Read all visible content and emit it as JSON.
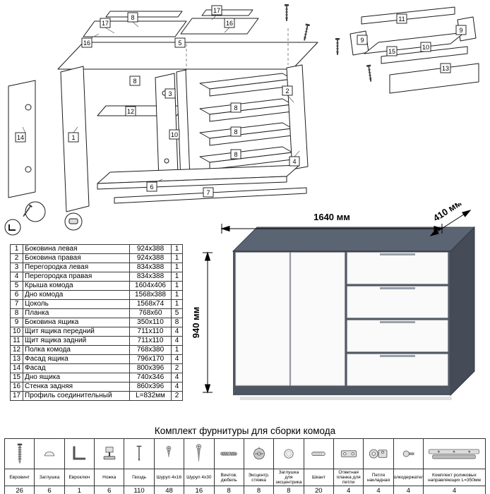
{
  "diagram": {
    "callouts": [
      "17",
      "16",
      "8",
      "5",
      "16",
      "17",
      "8",
      "3",
      "12",
      "1",
      "14",
      "2",
      "8",
      "8",
      "8",
      "4",
      "10",
      "6",
      "7",
      "11",
      "9",
      "15",
      "10",
      "13",
      "9"
    ]
  },
  "product": {
    "width_label": "1640 мм",
    "depth_label": "410 мм",
    "height_label": "940 мм",
    "body_top_color": "#5b6472",
    "body_side_color": "#454c58",
    "body_front_color": "#4e5662",
    "front_color": "#fafafa"
  },
  "parts_table": {
    "rows": [
      [
        "1",
        "Боковина левая",
        "924x388",
        "1"
      ],
      [
        "2",
        "Боковина правая",
        "924x388",
        "1"
      ],
      [
        "3",
        "Перегородка левая",
        "834x388",
        "1"
      ],
      [
        "4",
        "Перегородка правая",
        "834x388",
        "1"
      ],
      [
        "5",
        "Крыша комода",
        "1604x406",
        "1"
      ],
      [
        "6",
        "Дно комода",
        "1568x388",
        "1"
      ],
      [
        "7",
        "Цоколь",
        "1568x74",
        "1"
      ],
      [
        "8",
        "Планка",
        "768x60",
        "5"
      ],
      [
        "9",
        "Боковина ящика",
        "350x110",
        "8"
      ],
      [
        "10",
        "Щит ящика передний",
        "711x110",
        "4"
      ],
      [
        "11",
        "Щит ящика задний",
        "711x110",
        "4"
      ],
      [
        "12",
        "Полка комода",
        "768x380",
        "1"
      ],
      [
        "13",
        "Фасад ящика",
        "796x170",
        "4"
      ],
      [
        "14",
        "Фасад",
        "800x396",
        "2"
      ],
      [
        "15",
        "Дно ящика",
        "740x346",
        "4"
      ],
      [
        "16",
        "Стенка задняя",
        "860x396",
        "4"
      ],
      [
        "17",
        "Профиль соединительный",
        "L=832мм",
        "2"
      ]
    ]
  },
  "hardware": {
    "title": "Комплект фурнитуры для сборки комода",
    "items": [
      {
        "name": "Евровинт",
        "qty": "26",
        "icon": "euro-screw-icon"
      },
      {
        "name": "Заглушка",
        "qty": "6",
        "icon": "cap-icon"
      },
      {
        "name": "Евроключ",
        "qty": "1",
        "icon": "hex-key-icon"
      },
      {
        "name": "Ножка",
        "qty": "6",
        "icon": "foot-icon"
      },
      {
        "name": "Гвоздь",
        "qty": "110",
        "icon": "nail-icon"
      },
      {
        "name": "Шуруп 4x16",
        "qty": "48",
        "icon": "screw-small-icon"
      },
      {
        "name": "Шуруп 4x30",
        "qty": "16",
        "icon": "screw-large-icon"
      },
      {
        "name": "Винтов. дюбель",
        "qty": "8",
        "icon": "dowel-screw-icon"
      },
      {
        "name": "Эксцентр. стяжка",
        "qty": "8",
        "icon": "cam-lock-icon"
      },
      {
        "name": "Заглушка для эксцентрика",
        "qty": "8",
        "icon": "cam-cap-icon"
      },
      {
        "name": "Шкант",
        "qty": "20",
        "icon": "dowel-icon"
      },
      {
        "name": "Ответная планка для петли",
        "qty": "4",
        "icon": "hinge-plate-icon"
      },
      {
        "name": "Петля накладная",
        "qty": "4",
        "icon": "hinge-icon"
      },
      {
        "name": "Полкодержатель",
        "qty": "4",
        "icon": "shelf-pin-icon"
      },
      {
        "name": "Комплект роликовых направляющих L=350мм",
        "qty": "4",
        "icon": "drawer-slide-icon"
      }
    ]
  }
}
